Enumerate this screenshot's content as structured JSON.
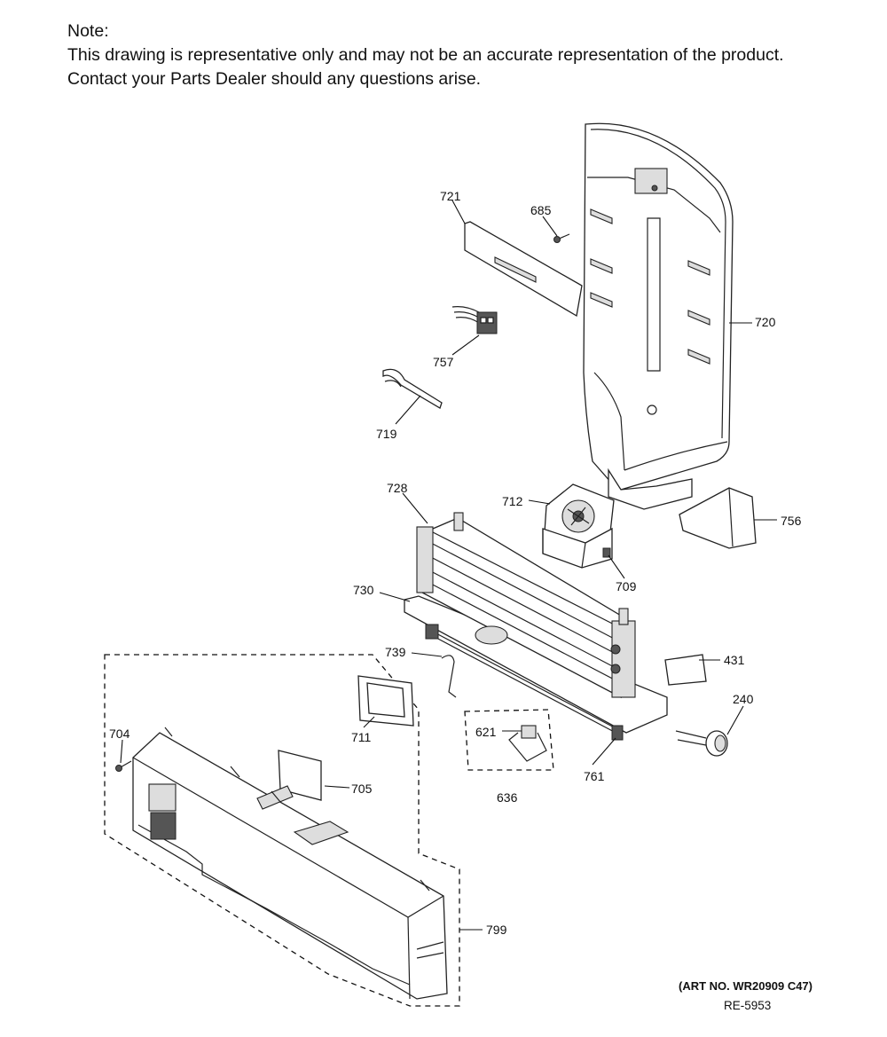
{
  "note": {
    "heading": "Note:",
    "line1": "This drawing is representative only and may not be an accurate representation of the product.",
    "line2": "Contact your Parts Dealer should any questions arise."
  },
  "callouts": {
    "c720": "720",
    "c721": "721",
    "c685": "685",
    "c757": "757",
    "c719": "719",
    "c728": "728",
    "c712": "712",
    "c756": "756",
    "c709": "709",
    "c730": "730",
    "c739": "739",
    "c431": "431",
    "c240": "240",
    "c704": "704",
    "c711": "711",
    "c621": "621",
    "c705": "705",
    "c636": "636",
    "c761": "761",
    "c799": "799"
  },
  "footer": {
    "art_no": "(ART NO. WR20909 C47)",
    "ref": "RE-5953"
  }
}
